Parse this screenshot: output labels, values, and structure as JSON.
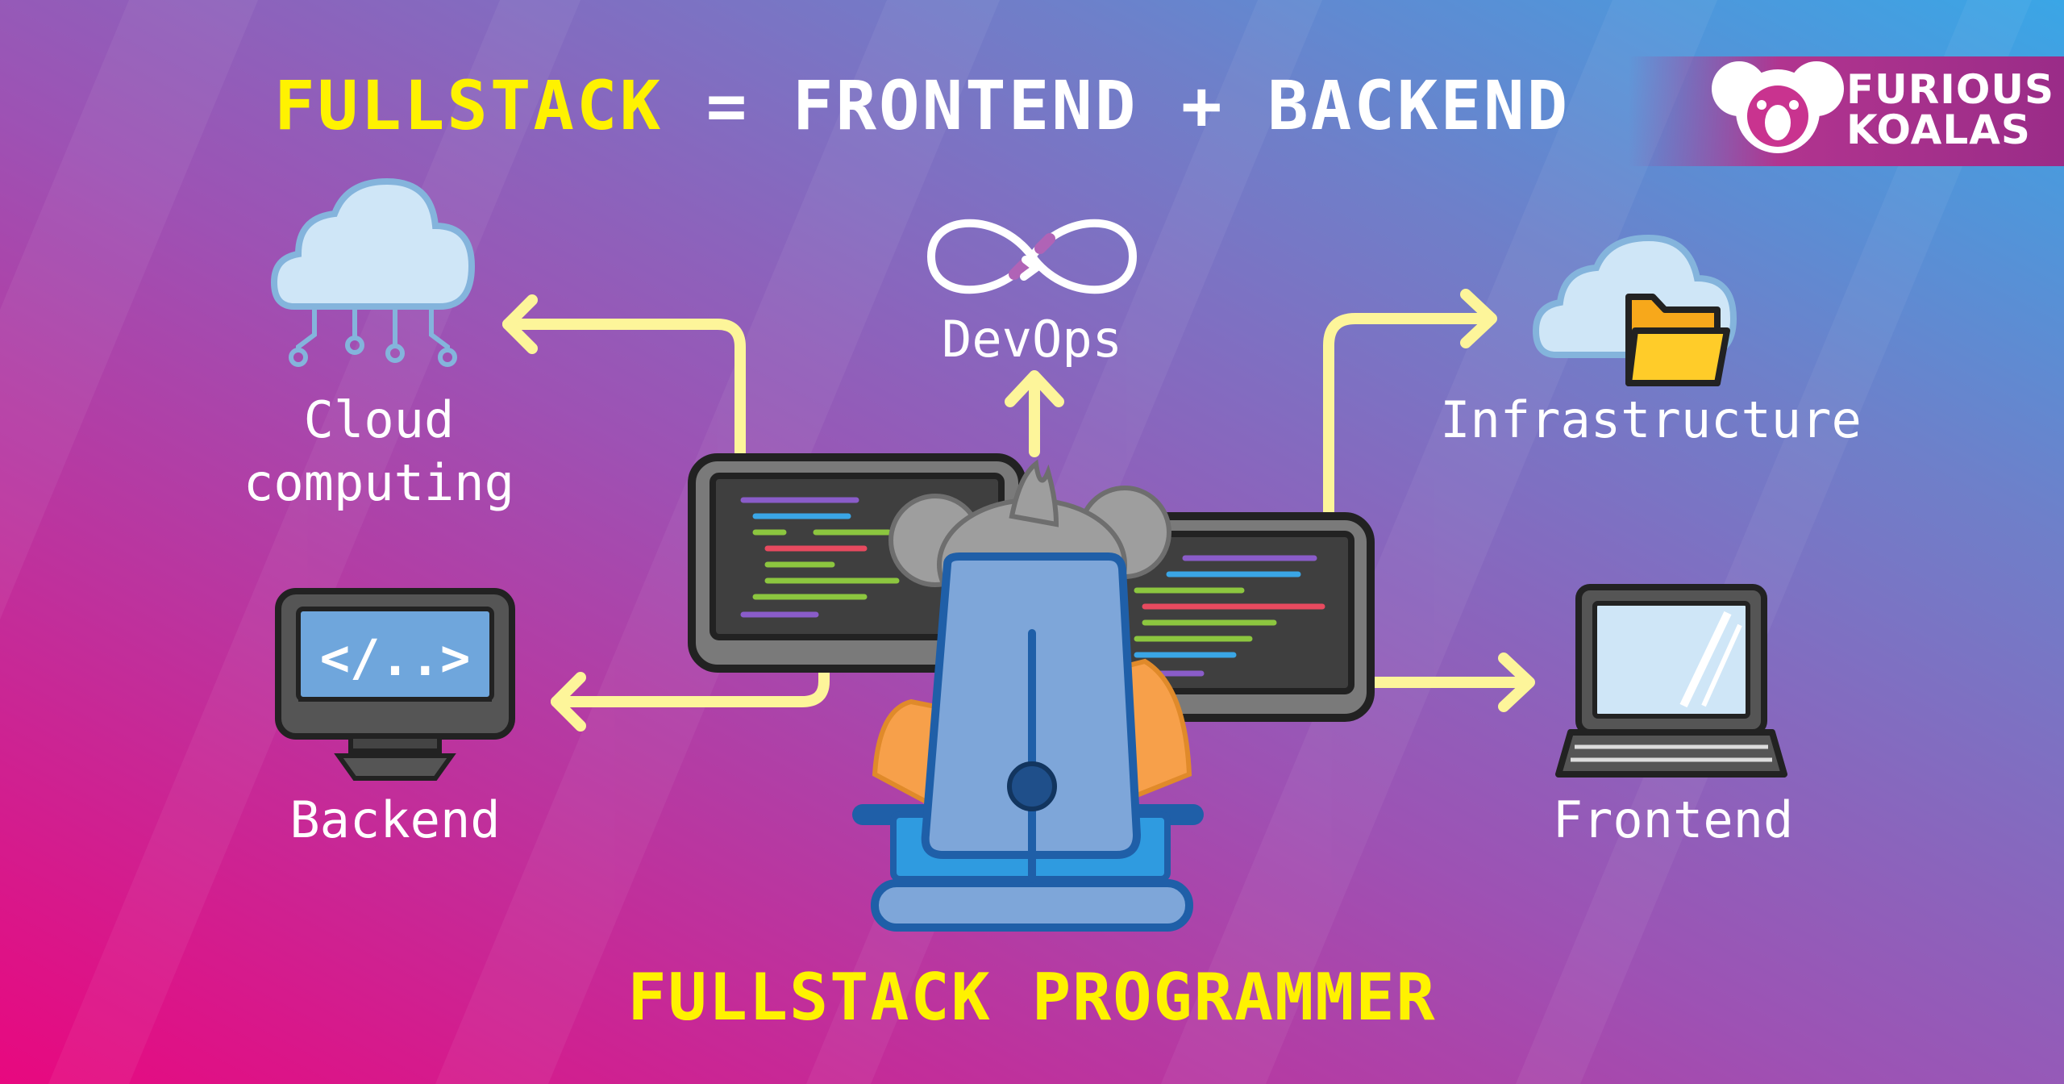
{
  "title": {
    "part1": "FULLSTACK",
    "part2": " = FRONTEND + BACKEND"
  },
  "brand": {
    "line1": "FURIOUS",
    "line2": "KOALAS"
  },
  "nodes": {
    "cloud": {
      "line1": "Cloud",
      "line2": "computing",
      "icon": "cloud-network-icon"
    },
    "devops": {
      "label": "DevOps",
      "icon": "infinity-icon"
    },
    "infrastructure": {
      "label": "Infrastructure",
      "icon": "cloud-folder-icon"
    },
    "backend": {
      "label": "Backend",
      "icon": "code-monitor-icon"
    },
    "frontend": {
      "label": "Frontend",
      "icon": "laptop-icon"
    }
  },
  "footer": "FULLSTACK PROGRAMMER",
  "colors": {
    "accent": "#fff200",
    "arrow": "#fdf59a",
    "bg_left": "#e8117f",
    "bg_mid": "#9a55b8",
    "bg_right": "#3aa6e6"
  }
}
